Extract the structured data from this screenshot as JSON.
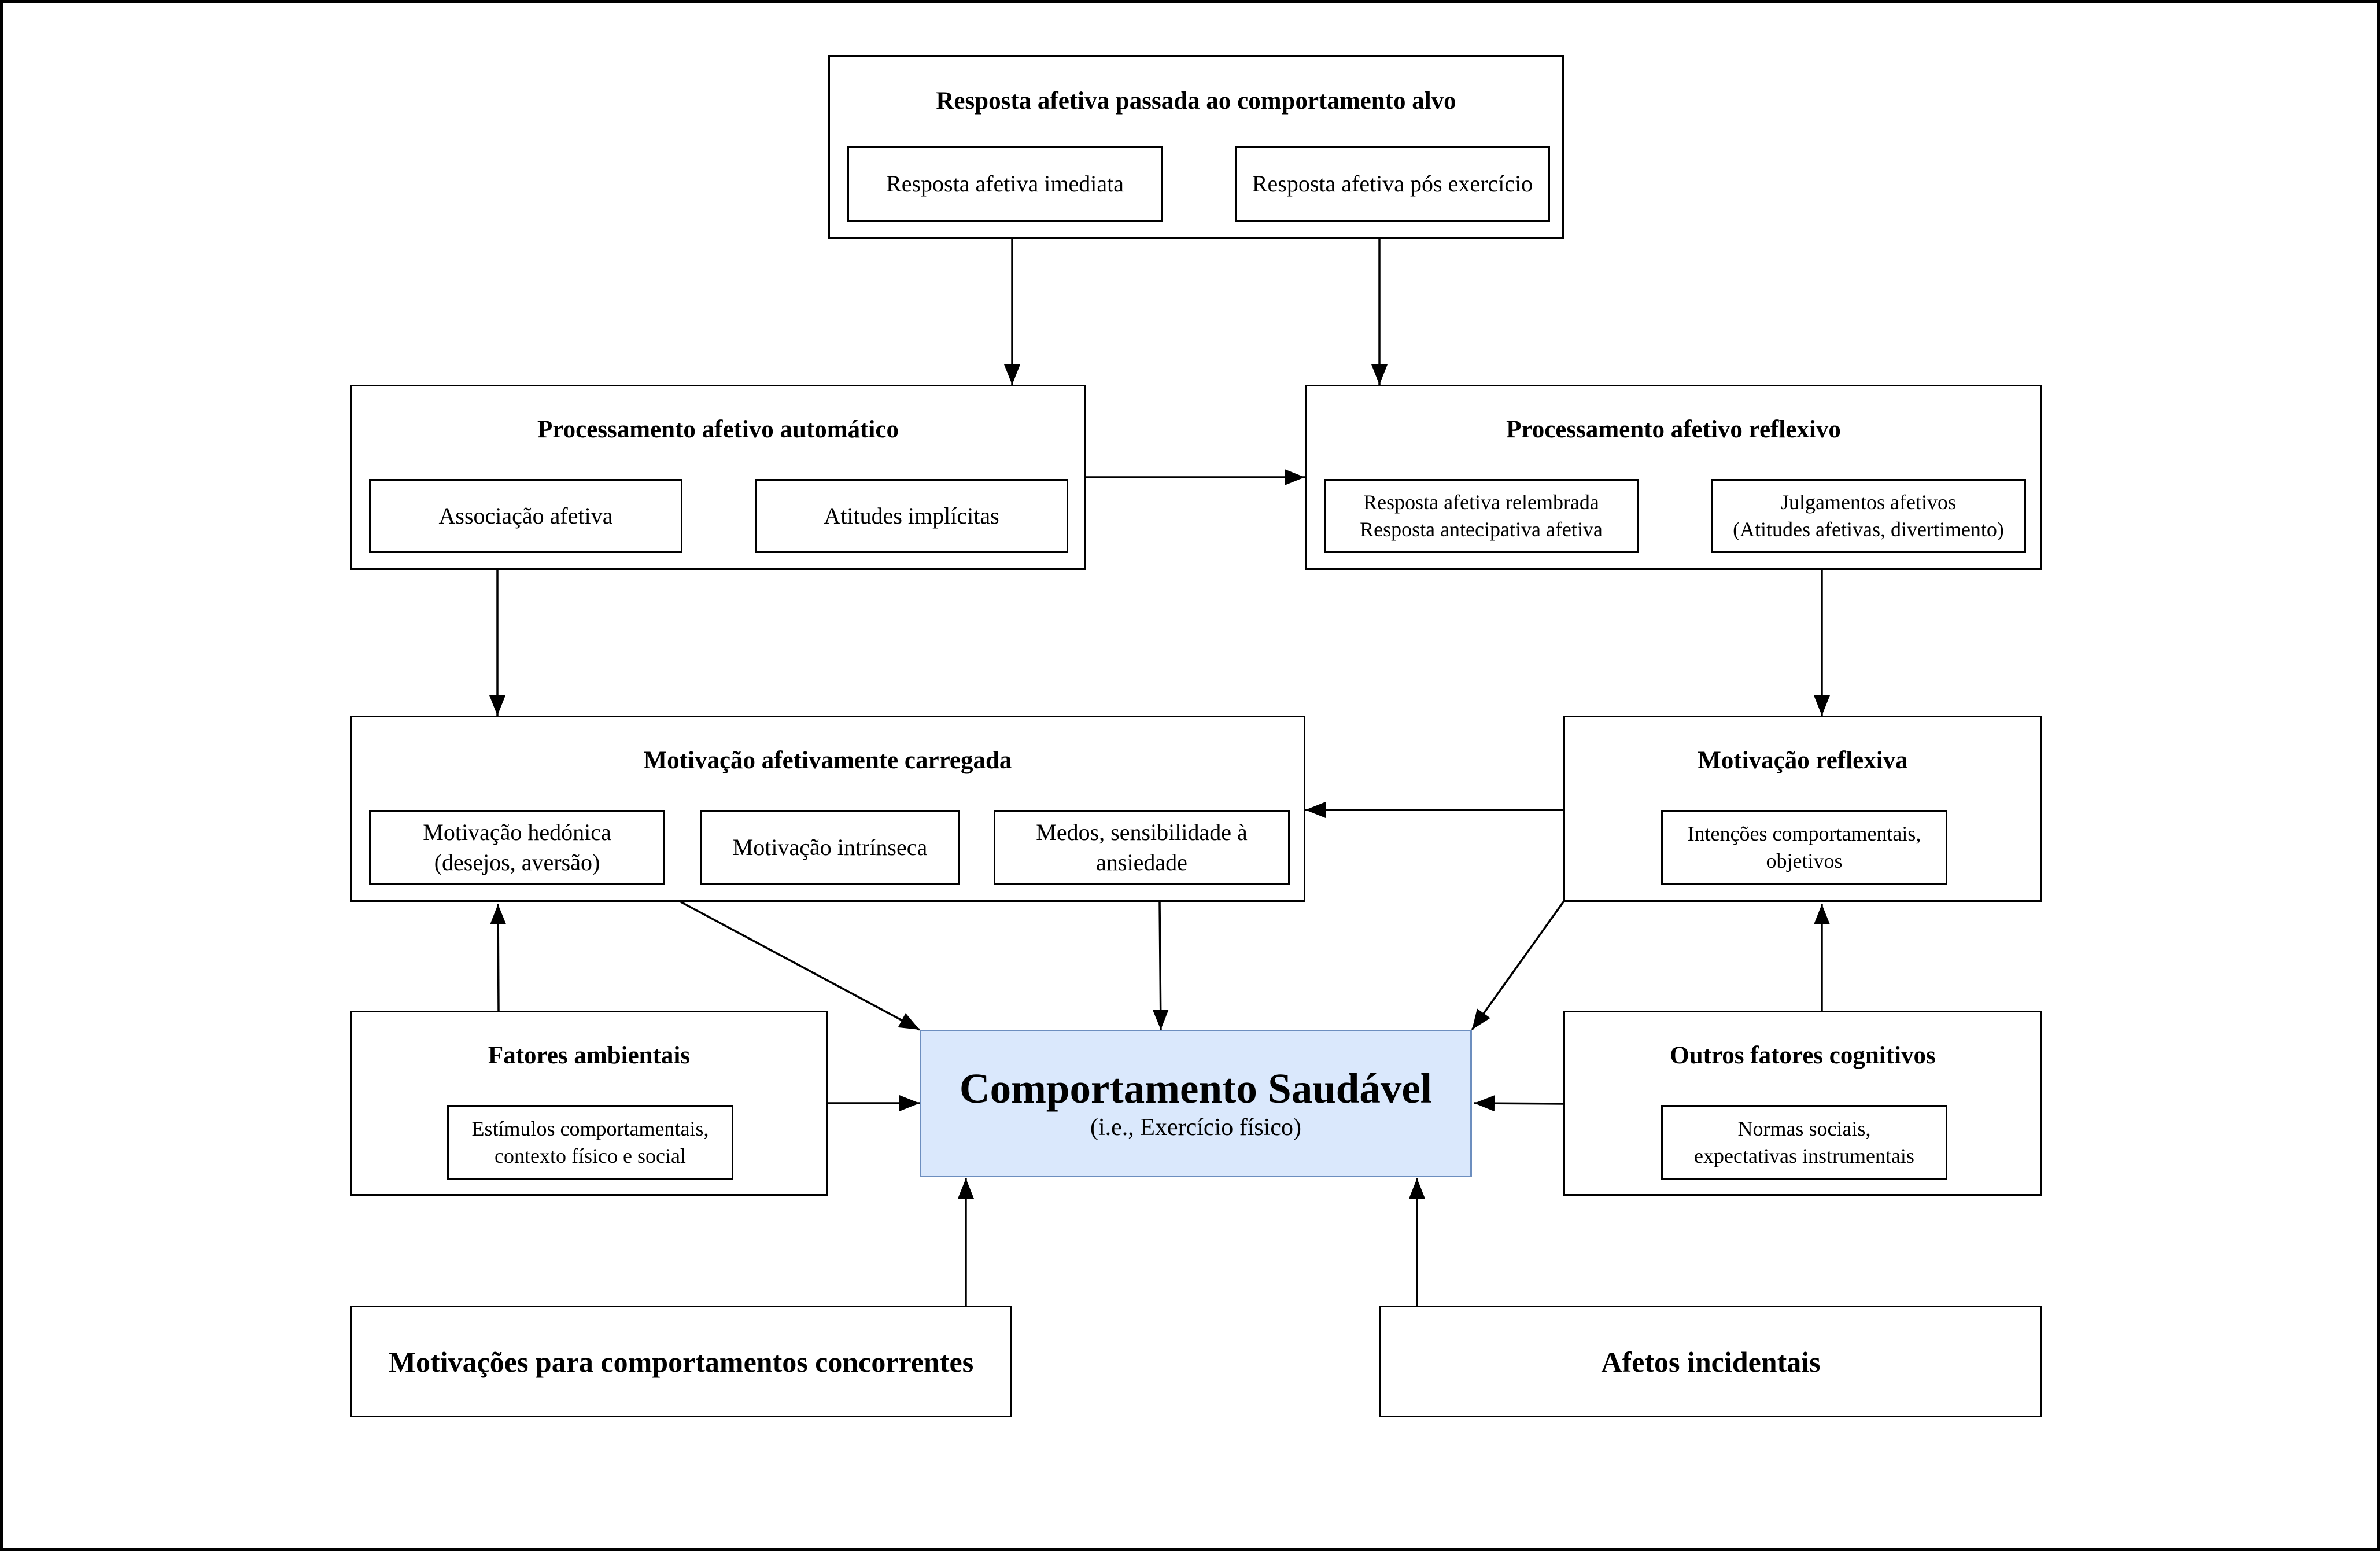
{
  "boxes": {
    "past_affect": {
      "title": "Resposta afetiva passada ao comportamento alvo",
      "items": [
        "Resposta afetiva imediata",
        "Resposta afetiva pós exercício"
      ]
    },
    "automatic": {
      "title": "Processamento afetivo automático",
      "items": [
        "Associação afetiva",
        "Atitudes implícitas"
      ]
    },
    "reflective_proc": {
      "title": "Processamento afetivo reflexivo",
      "items": [
        "Resposta afetiva relembrada\nResposta antecipativa afetiva",
        "Julgamentos afetivos\n(Atitudes afetivas, divertimento)"
      ]
    },
    "affective_motivation": {
      "title": "Motivação afetivamente carregada",
      "items": [
        "Motivação hedónica\n(desejos, aversão)",
        "Motivação intrínseca",
        "Medos, sensibilidade à\nansiedade"
      ]
    },
    "reflective_motivation": {
      "title": "Motivação reflexiva",
      "items": [
        "Intenções comportamentais,\nobjetivos"
      ]
    },
    "environment": {
      "title": "Fatores ambientais",
      "items": [
        "Estímulos comportamentais,\ncontexto físico e social"
      ]
    },
    "cognitive": {
      "title": "Outros fatores cognitivos",
      "items": [
        "Normas sociais,\nexpectativas instrumentais"
      ]
    },
    "competing": {
      "title": "Motivações para comportamentos concorrentes"
    },
    "incidental": {
      "title": "Afetos incidentais"
    },
    "center": {
      "title": "Comportamento Saudável",
      "subtitle": "(i.e., Exercício físico)"
    }
  },
  "colors": {
    "center_fill": "#dae8fc",
    "center_border": "#6c8ebf",
    "line": "#000000"
  }
}
